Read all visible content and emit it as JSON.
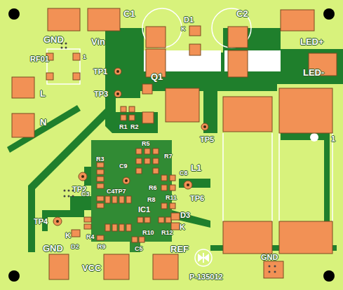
{
  "diagram": {
    "labels": [
      "GND",
      "Vin",
      "C1",
      "D1",
      "K",
      "C2",
      "LED+",
      "RF01",
      "1",
      "TP1",
      "L",
      "TP3",
      "LED-",
      "Q1",
      "N",
      "R1",
      "R2",
      "TP5",
      "1",
      "R5",
      "R3",
      "C9",
      "R7",
      "C8",
      "TP2",
      "C4",
      "TP7",
      "R6",
      "L1",
      "C3",
      "R8",
      "R11",
      "TP6",
      "IC1",
      "D3",
      "TP4",
      "K",
      "R4",
      "R10",
      "R12",
      "K",
      "D2",
      "R9",
      "C5",
      "GND",
      "VCC",
      "REF",
      "GND",
      "P-135012"
    ]
  }
}
